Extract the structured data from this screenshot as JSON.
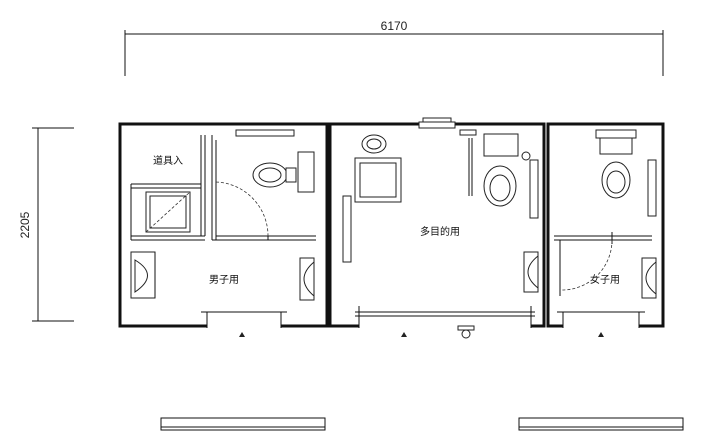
{
  "dimensions": {
    "width_label": "6170",
    "height_label": "2205"
  },
  "rooms": {
    "storage": "道具入",
    "mens": "男子用",
    "multipurpose": "多目的用",
    "womens": "女子用"
  }
}
